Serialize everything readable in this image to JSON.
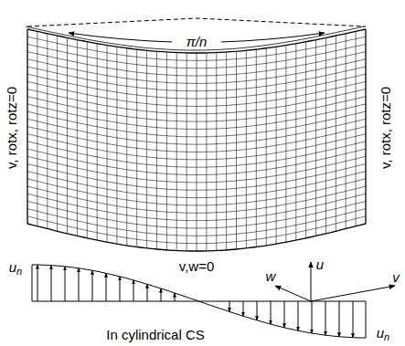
{
  "diagram": {
    "labels": [
      "π/n",
      "v, rotx, rotz=0",
      "v, rotx, rotz=0",
      "v,w=0",
      "u",
      "w",
      "v",
      "un",
      "un",
      "In cylindrical CS"
    ]
  }
}
